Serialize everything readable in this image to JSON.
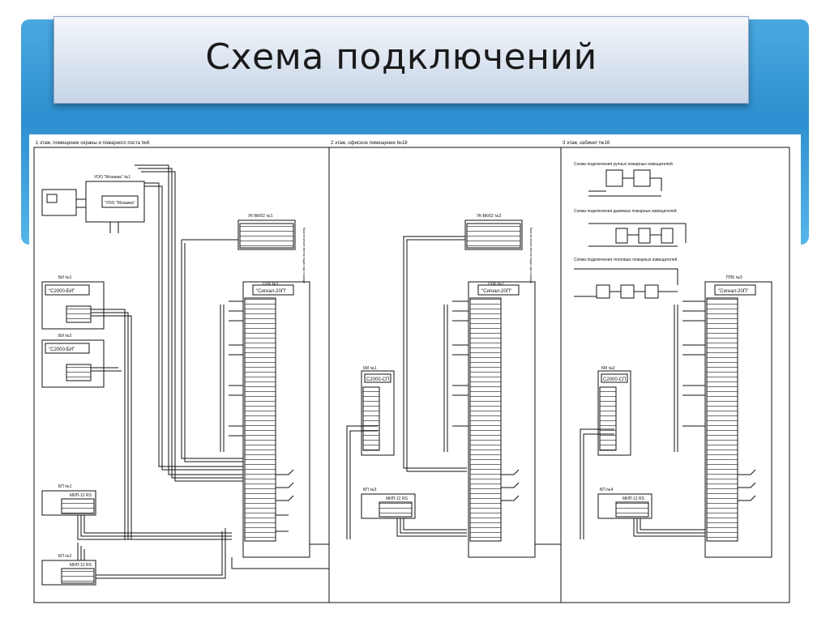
{
  "slide": {
    "title": "Схема подключений"
  },
  "sections": [
    {
      "label": "1 этаж, помещение охраны и пожарного поста №6"
    },
    {
      "label": "2 этаж, офисное помещение №18"
    },
    {
      "label": "3 этаж, кабинет №16"
    }
  ],
  "devices": {
    "mosaic": "УОО \"Мозаика\" №1",
    "mosaic_inner": "\"УОО \"Мозаика\"",
    "bi1": "БИ №1",
    "bi1_model": "\"С2000-БИ\"",
    "bi2": "БИ №2",
    "bi2_model": "\"С2000-БИ\"",
    "mip1": "МИП-12 RS",
    "mip1_label": "БП №1",
    "mip2": "МИП-12 RS",
    "mip2_label": "БП №2",
    "mip3": "МИП-12 RS",
    "mip3_label": "БП №3",
    "mip4": "МИП-12 RS",
    "mip4_label": "БП №4",
    "ppk1": "ППК №1",
    "ppk1_model": "\"Сигнал-20П\"",
    "ppk2": "ППК №2",
    "ppk2_model": "\"Сигнал-20П\"",
    "ppk3": "ППК №3",
    "ppk3_model": "\"Сигнал-20П\"",
    "km1": "КМ №1",
    "km1_model": "С2000-СП",
    "km2": "КМ №2",
    "km2_model": "С2000-СП",
    "uk1": "УК-ВК/02 №1",
    "uk2": "УК-ВК/02 №2",
    "uk_note": "Выключение вентиляции при пожаре"
  },
  "schemes": {
    "manual": "Схема подключения ручных пожарных извещателей",
    "smoke": "Схема подключения дымовых пожарных извещателей",
    "heat": "Схема подключения тепловых пожарных извещателей"
  },
  "colors": {
    "band": "#2e8fd0",
    "line": "#111111"
  }
}
